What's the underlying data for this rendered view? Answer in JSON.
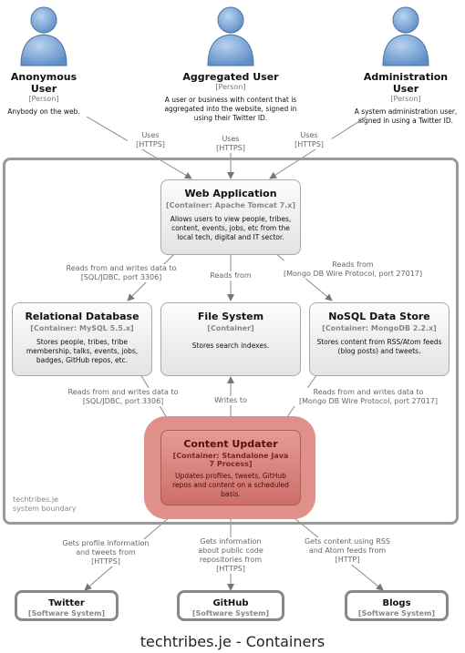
{
  "persons": [
    {
      "name": "Anonymous User",
      "tag": "[Person]",
      "desc": "Anybody on the web."
    },
    {
      "name": "Aggregated User",
      "tag": "[Person]",
      "desc": "A user or business with content that is aggregated into the website, signed in using their Twitter ID."
    },
    {
      "name": "Administration User",
      "tag": "[Person]",
      "desc": "A system administration user, signed in using a Twitter ID."
    }
  ],
  "person_edges": [
    {
      "label": "Uses",
      "tech": "[HTTPS]"
    },
    {
      "label": "Uses",
      "tech": "[HTTPS]"
    },
    {
      "label": "Uses",
      "tech": "[HTTPS]"
    }
  ],
  "containers": {
    "web": {
      "title": "Web Application",
      "tag": "[Container: Apache Tomcat 7.x]",
      "desc": "Allows users to view people, tribes, content, events, jobs, etc from the local tech, digital and IT sector."
    },
    "rdb": {
      "title": "Relational Database",
      "tag": "[Container: MySQL 5.5.x]",
      "desc": "Stores people, tribes, tribe membership, talks, events, jobs, badges, GitHub repos, etc."
    },
    "fs": {
      "title": "File System",
      "tag": "[Container]",
      "desc": "Stores search indexes."
    },
    "nosql": {
      "title": "NoSQL Data Store",
      "tag": "[Container: MongoDB 2.2.x]",
      "desc": "Stores content from RSS/Atom feeds (blog posts) and tweets."
    },
    "updater": {
      "title": "Content Updater",
      "tag": "[Container: Standalone Java 7 Process]",
      "desc": "Updates profiles, tweets, GitHub repos and content on a scheduled basis."
    }
  },
  "internal_edges": {
    "web_rdb": {
      "label": "Reads from and writes data to",
      "tech": "[SQL/JDBC, port 3306]"
    },
    "web_fs": {
      "label": "Reads from",
      "tech": ""
    },
    "web_nosql": {
      "label": "Reads from",
      "tech": "[Mongo DB Wire Protocol, port 27017]"
    },
    "upd_rdb": {
      "label": "Reads from and writes data to",
      "tech": "[SQL/JDBC, port 3306]"
    },
    "upd_fs": {
      "label": "Writes to",
      "tech": ""
    },
    "upd_nosql": {
      "label": "Reads from and writes data to",
      "tech": "[Mongo DB Wire Protocol, port 27017]"
    }
  },
  "boundary": {
    "name": "techtribes.je",
    "type": "system boundary"
  },
  "external_edges": [
    {
      "label1": "Gets profile information",
      "label2": "and tweets from",
      "label3": "",
      "tech": "[HTTPS]"
    },
    {
      "label1": "Gets information",
      "label2": "about public code",
      "label3": "repositories from",
      "tech": "[HTTPS]"
    },
    {
      "label1": "Gets content using RSS",
      "label2": "and Atom feeds from",
      "label3": "",
      "tech": "[HTTP]"
    }
  ],
  "externals": [
    {
      "title": "Twitter",
      "tag": "[Software System]"
    },
    {
      "title": "GitHub",
      "tag": "[Software System]"
    },
    {
      "title": "Blogs",
      "tag": "[Software System]"
    }
  ],
  "caption": "techtribes.je - Containers"
}
